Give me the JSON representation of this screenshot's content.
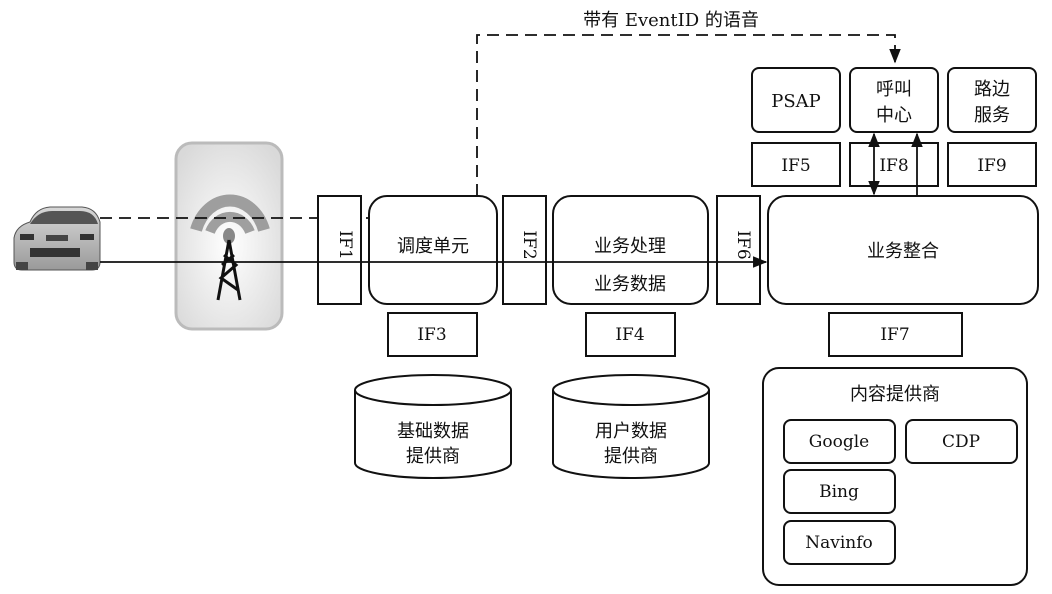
{
  "title_label": "带有 EventID 的语音",
  "nodes": {
    "dispatch": "调度单元",
    "service_processing": [
      "业务处理",
      "业务数据"
    ],
    "service_integration": "业务整合",
    "psap": "PSAP",
    "call_center": [
      "呼叫",
      "中心"
    ],
    "roadside": [
      "路边",
      "服务"
    ],
    "basic_data_provider": [
      "基础数据",
      "提供商"
    ],
    "user_data_provider": [
      "用户数据",
      "提供商"
    ],
    "content_provider": {
      "title": "内容提供商",
      "items": [
        "Google",
        "CDP",
        "Bing",
        "Navinfo"
      ]
    }
  },
  "interfaces": {
    "if1": "IF1",
    "if2": "IF2",
    "if3": "IF3",
    "if4": "IF4",
    "if5": "IF5",
    "if6": "IF6",
    "if7": "IF7",
    "if8": "IF8",
    "if9": "IF9"
  },
  "icons": {
    "vehicle": "car-icon",
    "tower": "cell-tower-icon"
  }
}
